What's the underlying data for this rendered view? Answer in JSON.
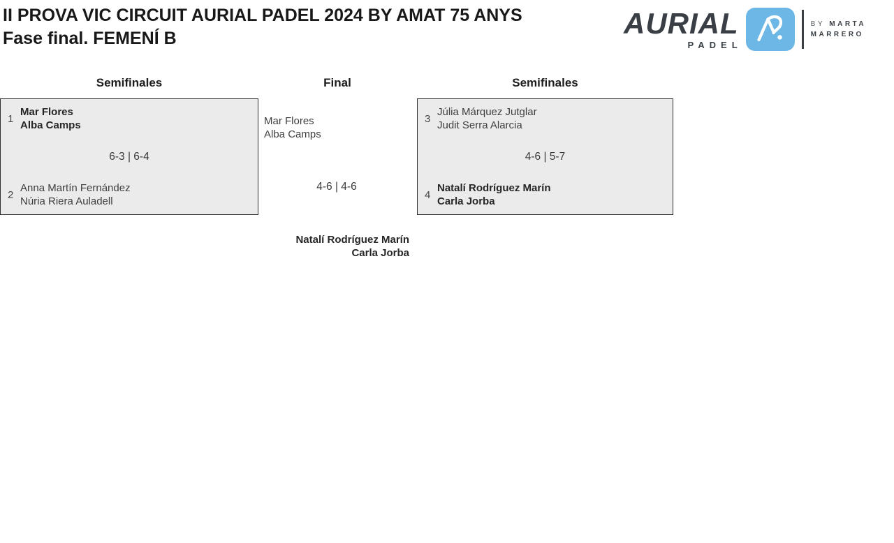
{
  "header": {
    "title_line1": "II PROVA VIC CIRCUIT AURIAL PADEL 2024 BY AMAT 75 ANYS",
    "title_line2": "Fase final. FEMENÍ B"
  },
  "logo": {
    "brand": "AURIAL",
    "brand_sub": "PADEL",
    "by_label": "BY",
    "by_name_line1": "MARTA",
    "by_name_line2": "MARRERO",
    "colors": {
      "brand_dark": "#3a3f45",
      "mark_blue": "#6db7e6"
    }
  },
  "bracket": {
    "round_headers": [
      {
        "label": "Semifinales"
      },
      {
        "label": "Final"
      },
      {
        "label": "Semifinales"
      }
    ],
    "semifinal_left": {
      "top": {
        "seed": "1",
        "player1": "Mar Flores",
        "player2": "Alba Camps",
        "winner": true
      },
      "score": "6-3 | 6-4",
      "bottom": {
        "seed": "2",
        "player1": "Anna Martín Fernández",
        "player2": "Núria Riera Auladell",
        "winner": false
      }
    },
    "final": {
      "top": {
        "player1": "Mar Flores",
        "player2": "Alba Camps",
        "winner": false
      },
      "score": "4-6 | 4-6",
      "bottom": {
        "player1": "Natalí Rodríguez Marín",
        "player2": "Carla Jorba",
        "winner": true
      }
    },
    "semifinal_right": {
      "top": {
        "seed": "3",
        "player1": "Júlia Márquez Jutglar",
        "player2": "Judit Serra Alarcia",
        "winner": false
      },
      "score": "4-6 | 5-7",
      "bottom": {
        "seed": "4",
        "player1": "Natalí Rodríguez Marín",
        "player2": "Carla Jorba",
        "winner": true
      }
    }
  }
}
